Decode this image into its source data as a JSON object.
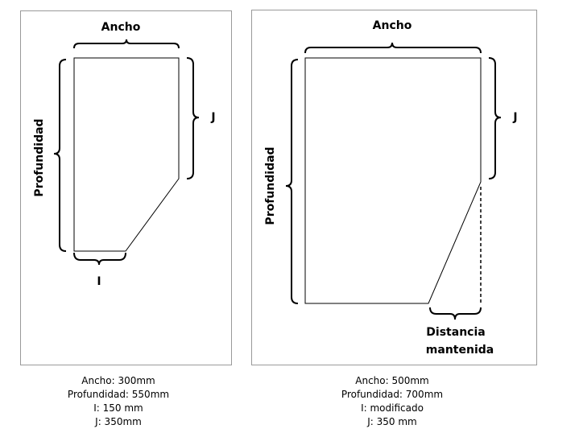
{
  "labels": {
    "width": "Ancho",
    "depth": "Profundidad",
    "i": "I",
    "j": "J",
    "kept_distance_line1": "Distancia",
    "kept_distance_line2": "mantenida"
  },
  "left_caption": {
    "line1": "Ancho: 300mm",
    "line2": "Profundidad: 550mm",
    "line3": "I: 150 mm",
    "line4": "J: 350mm"
  },
  "right_caption": {
    "line1": "Ancho: 500mm",
    "line2": "Profundidad: 700mm",
    "line3": "I: modificado",
    "line4": "J: 350 mm"
  }
}
